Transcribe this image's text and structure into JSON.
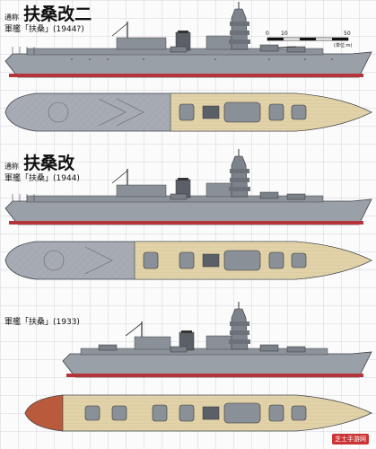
{
  "entries": [
    {
      "prefix": "通称",
      "title": "扶桑改二",
      "subtitle": "軍艦「扶桑」(1944?)"
    },
    {
      "prefix": "通称",
      "title": "扶桑改",
      "subtitle": "軍艦「扶桑」(1944)"
    },
    {
      "prefix": "",
      "title": "",
      "subtitle": "軍艦「扶桑」(1933)"
    }
  ],
  "scale_bar": {
    "ticks": [
      "0",
      "10",
      "",
      "50"
    ],
    "unit": "(単位:m)"
  },
  "watermark": "芝士手游网",
  "colors": {
    "background": "#fbfbfb",
    "grid": "#c9c9d6",
    "hull_gray": "#9aa0a8",
    "hull_dark": "#6d727a",
    "deck_wood": "#e2d2a9",
    "waterline_red": "#b3343b",
    "deck_brown_bow": "#b85a3b"
  }
}
